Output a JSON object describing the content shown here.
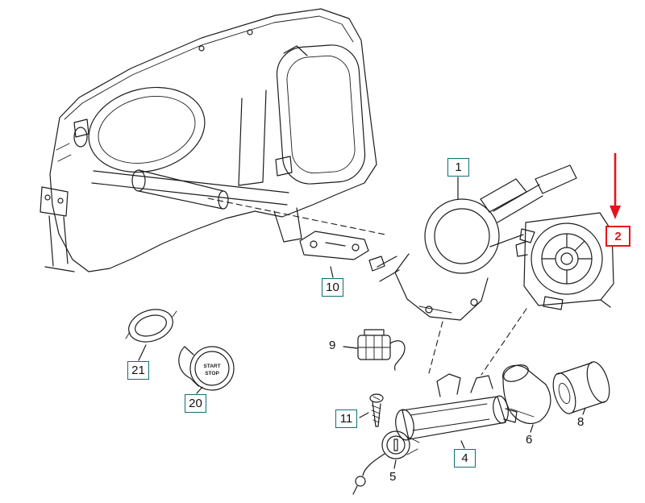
{
  "callouts": {
    "c1": {
      "label": "1"
    },
    "c2": {
      "label": "2"
    },
    "c4": {
      "label": "4"
    },
    "c5": {
      "label": "5"
    },
    "c6": {
      "label": "6"
    },
    "c8": {
      "label": "8"
    },
    "c9": {
      "label": "9"
    },
    "c10": {
      "label": "10"
    },
    "c11": {
      "label": "11"
    },
    "c20": {
      "label": "20"
    },
    "c21": {
      "label": "21"
    }
  },
  "button20": {
    "line1": "START",
    "line2": "STOP"
  },
  "colors": {
    "line": "#1c1c1c",
    "callout_border": "#0e6f73",
    "highlight": "#e8121a",
    "background": "#ffffff"
  }
}
